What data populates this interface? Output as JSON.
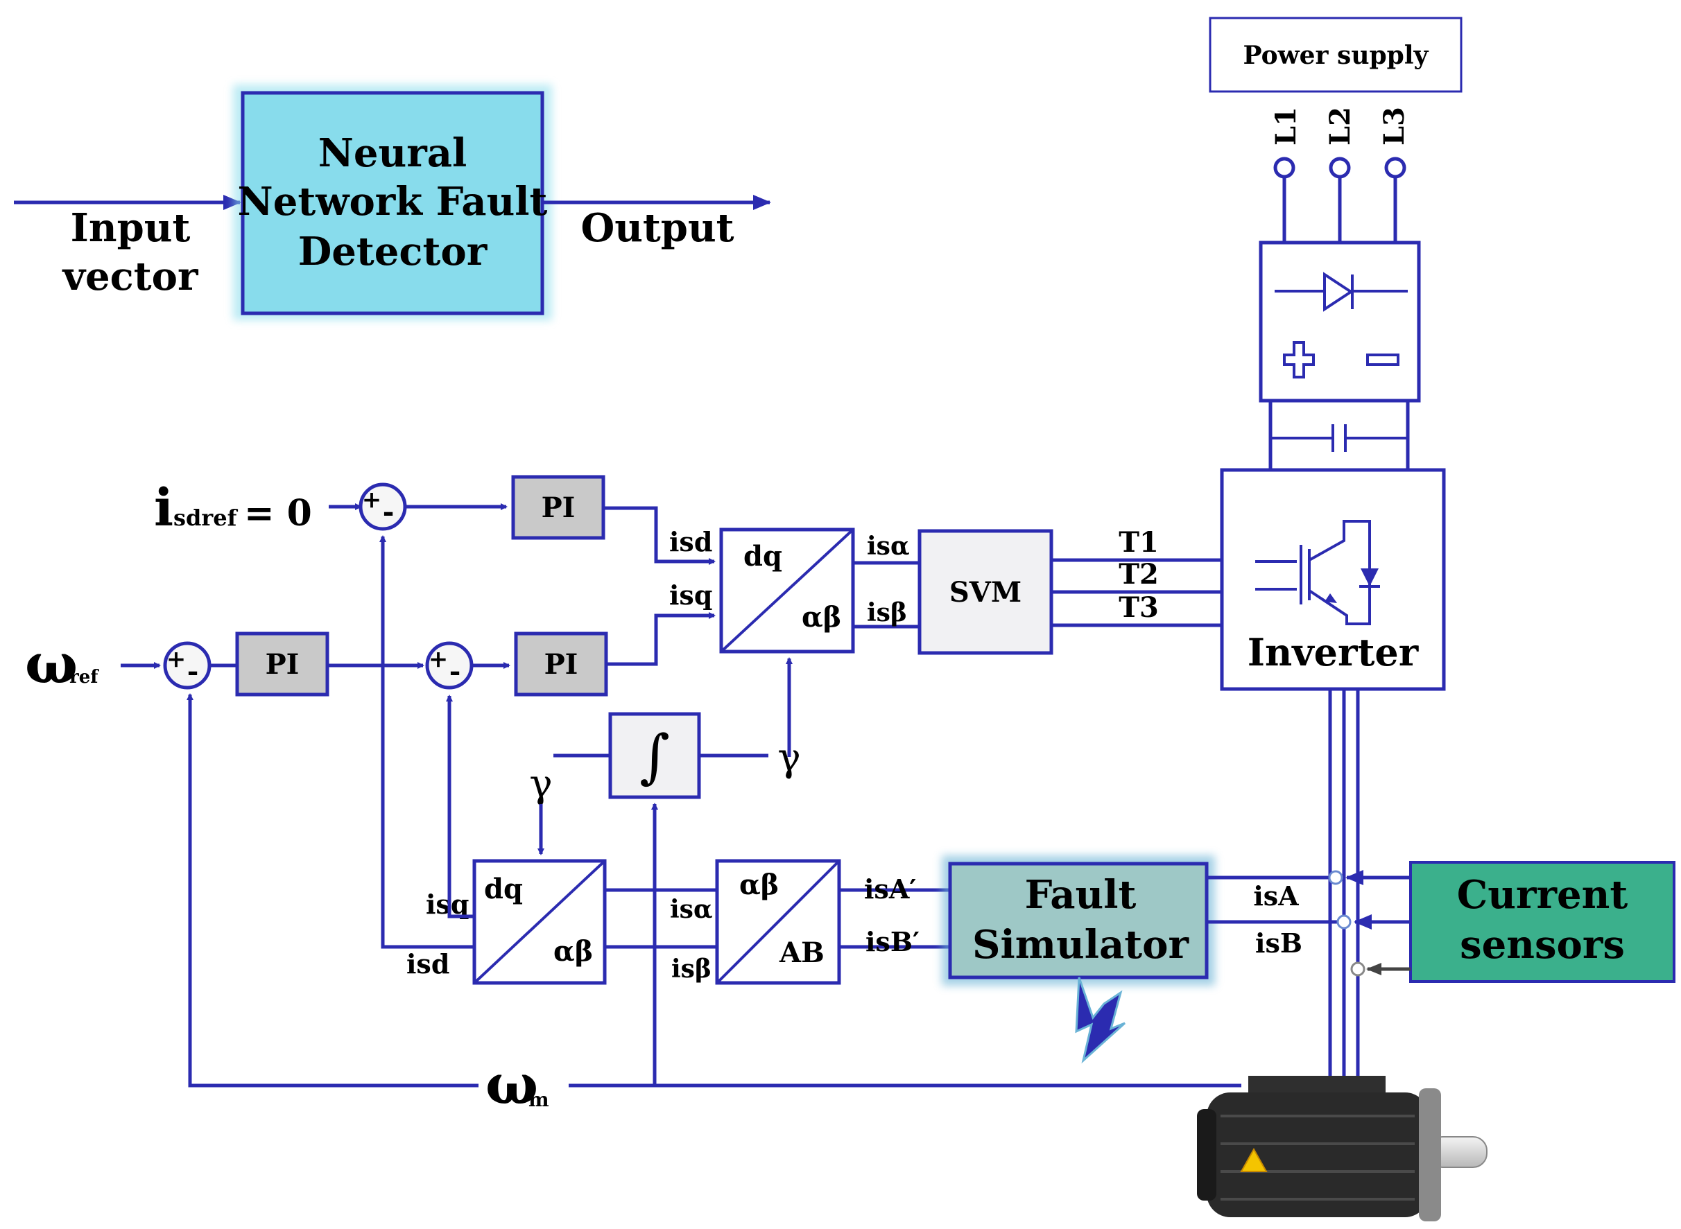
{
  "colors": {
    "line": "#2b2bb0",
    "nn_box_fill": "#88dcec",
    "fault_sim_fill": "#9ec8c6",
    "current_sensors_fill": "#3bb08c",
    "pi_fill": "#c9c9c9",
    "motor_body": "#2a2a2a",
    "warning": "#f4c400"
  },
  "nn": {
    "input_label_line1": "Input",
    "input_label_line2": "vector",
    "title_line1": "Neural",
    "title_line2": "Network Fault",
    "title_line3": "Detector",
    "output_label": "Output"
  },
  "power": {
    "supply_label": "Power supply",
    "phases": [
      "L1",
      "L2",
      "L3"
    ],
    "inverter_label": "Inverter",
    "gate_signals": [
      "T1",
      "T2",
      "T3"
    ]
  },
  "control": {
    "isd_ref_main": "i",
    "isd_ref_sub": "sdref",
    "isd_ref_eq": "= 0",
    "omega_ref_main": "ω",
    "omega_ref_sub": "ref",
    "omega_m_main": "ω",
    "omega_m_sub": "m",
    "pi_label": "PI",
    "svm_label": "SVM",
    "integrator_symbol": "∫",
    "gamma": "γ",
    "sign_plus": "+",
    "sign_minus": "-"
  },
  "signals": {
    "isd": "isd",
    "isq": "isq",
    "is_alpha": "isα",
    "is_beta": "isβ",
    "isA_prime": "isA′",
    "isB_prime": "isB′",
    "isA": "isA",
    "isB": "isB"
  },
  "transforms": {
    "dq": "dq",
    "alpha_beta": "αβ",
    "ab": "AB"
  },
  "blocks": {
    "fault_sim_line1": "Fault",
    "fault_sim_line2": "Simulator",
    "current_sensors_line1": "Current",
    "current_sensors_line2": "sensors"
  }
}
